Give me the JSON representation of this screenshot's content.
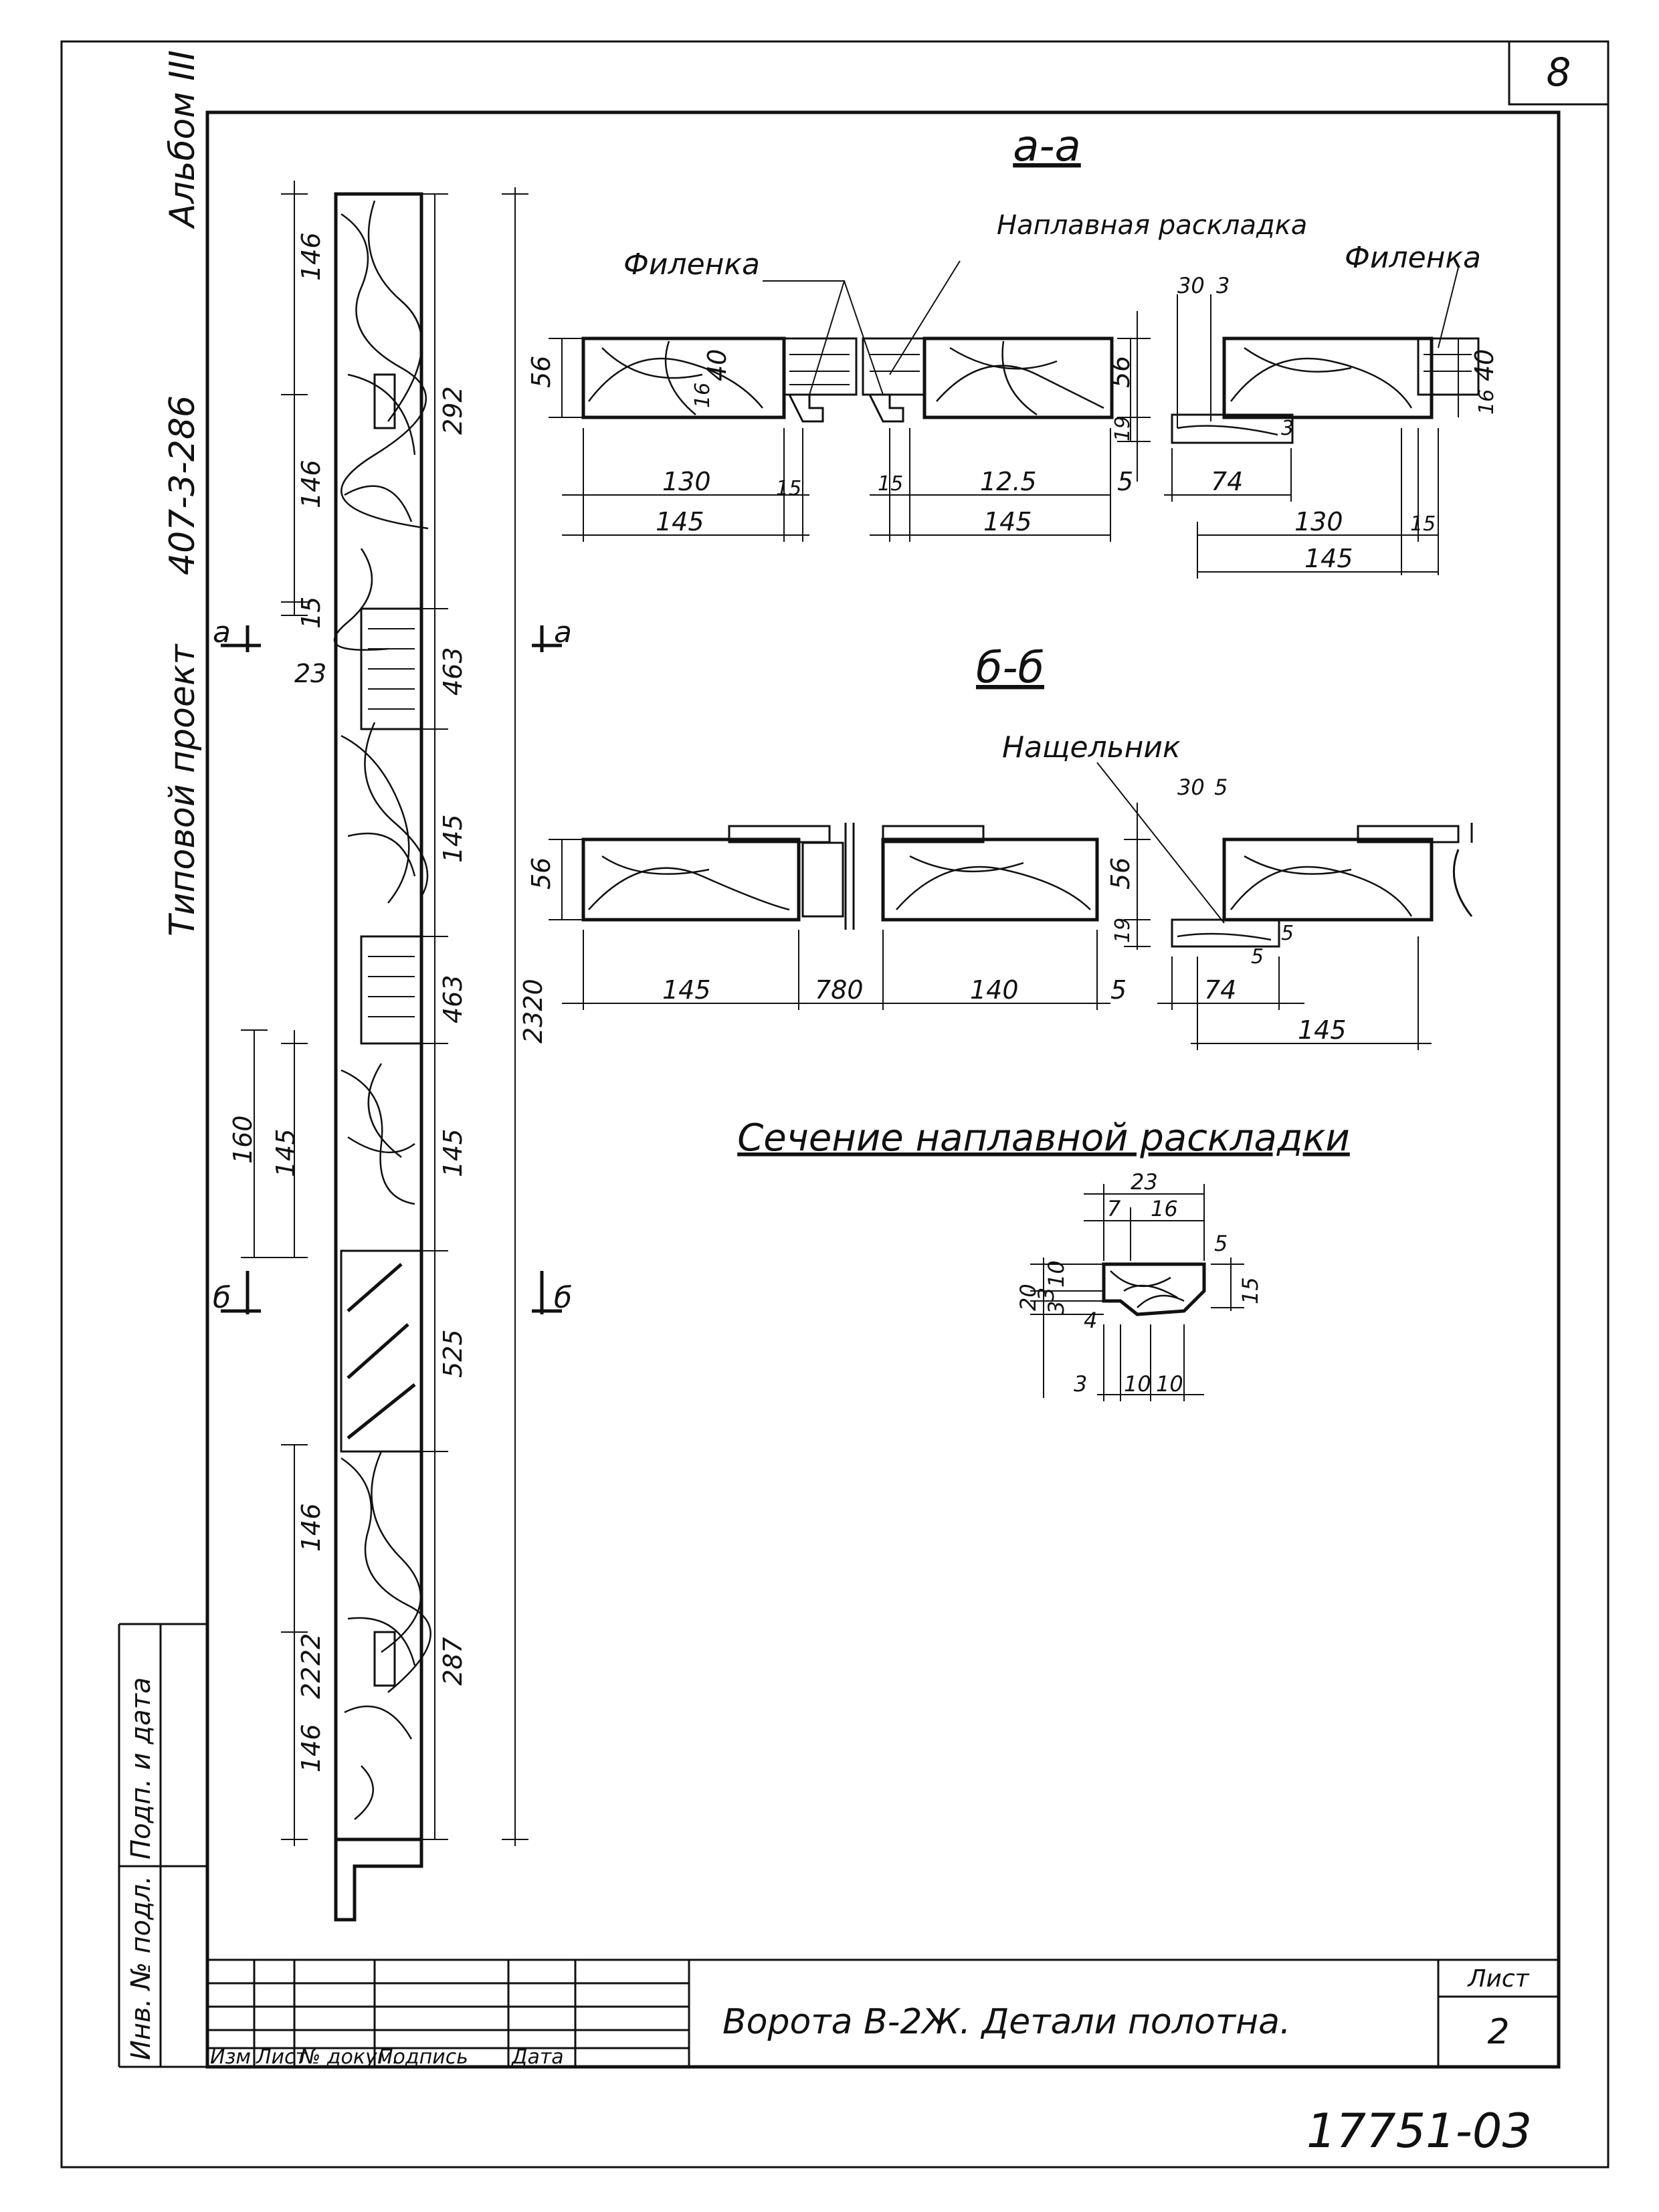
{
  "sheet_corner_number": "8",
  "side_title": {
    "album": "Альбом III",
    "project_code": "407-3-286",
    "project_label": "Типовой проект"
  },
  "sections": {
    "a_a": {
      "title": "а-а",
      "labels": [
        "Филенка",
        "Наплавная раскладка",
        "Филенка"
      ],
      "dims": [
        "56",
        "40",
        "16",
        "130",
        "15",
        "145",
        "15",
        "12.5",
        "145",
        "5",
        "30",
        "3",
        "56",
        "19",
        "74",
        "3",
        "130",
        "15",
        "145",
        "40",
        "16"
      ]
    },
    "b_b": {
      "title": "б-б",
      "labels": [
        "Нащельник"
      ],
      "dims": [
        "56",
        "145",
        "780",
        "140",
        "5",
        "30",
        "5",
        "56",
        "19",
        "5",
        "5",
        "74",
        "145"
      ]
    },
    "overlay": {
      "title": "Сечение наплавной раскладки",
      "dims": [
        "23",
        "7",
        "16",
        "5",
        "20",
        "10",
        "3",
        "3",
        "4",
        "15",
        "3",
        "10",
        "10"
      ]
    }
  },
  "elevation": {
    "dims": [
      "146",
      "146",
      "15",
      "292",
      "23",
      "463",
      "145",
      "463",
      "160",
      "145",
      "145",
      "2320",
      "525",
      "146",
      "22",
      "22",
      "287",
      "146"
    ],
    "cut_marks": [
      "а",
      "а",
      "б",
      "б"
    ]
  },
  "stamp": {
    "rotated_left": [
      "Инв. № подл.",
      "Подп. и дата"
    ],
    "column_headers": [
      "Изм",
      "Лист",
      "№ докум.",
      "Подпись",
      "Дата"
    ],
    "title": "Ворота В-2Ж. Детали полотна.",
    "sheet_label": "Лист",
    "sheet_number": "2"
  },
  "document_number": "17751-03"
}
